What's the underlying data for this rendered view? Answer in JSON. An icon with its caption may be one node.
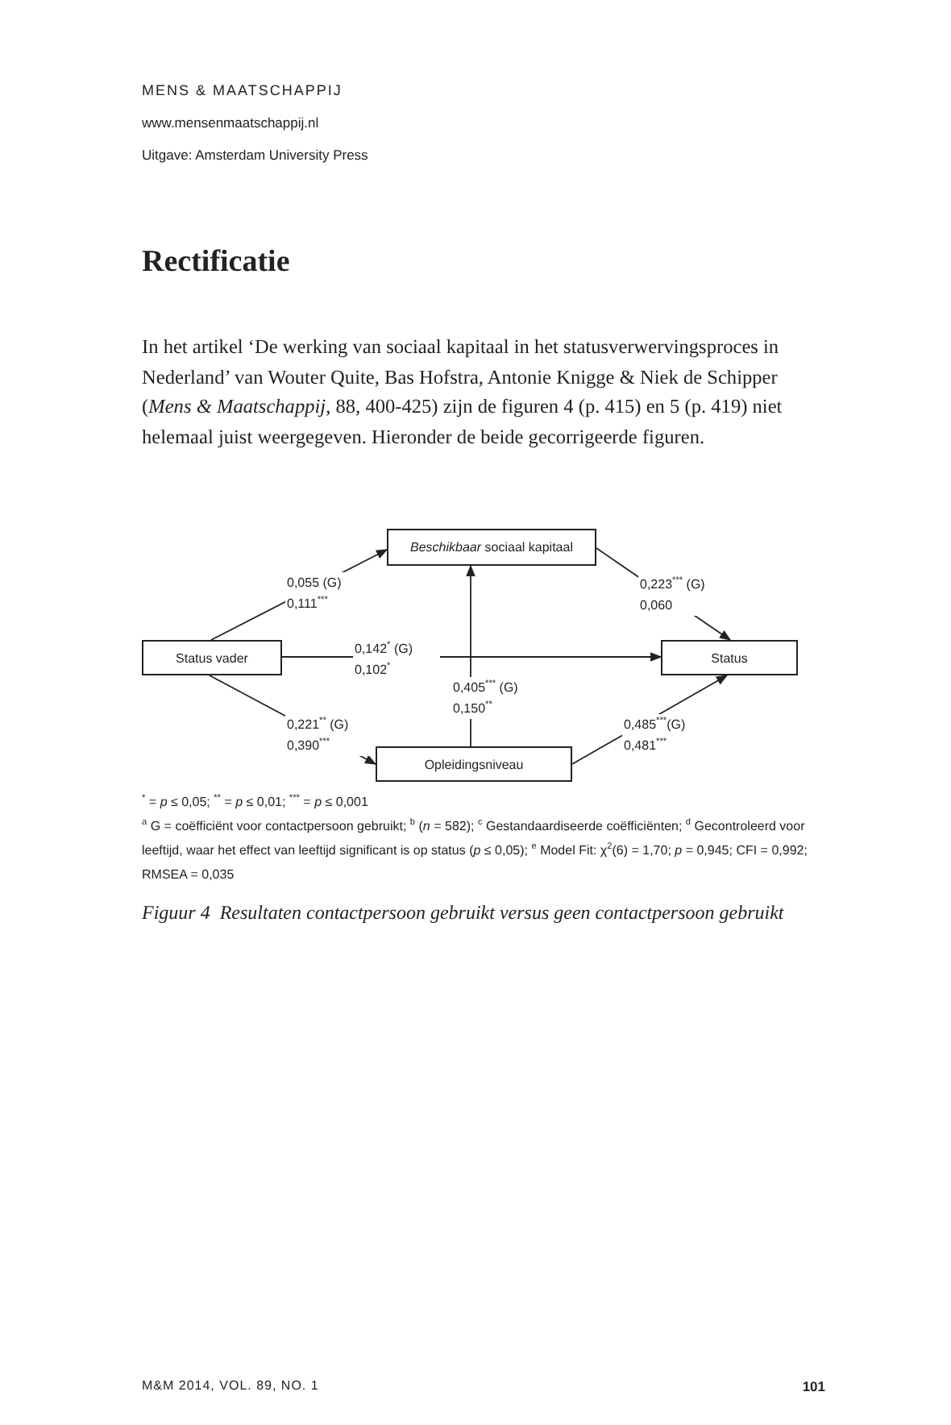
{
  "diagram": {
    "title": "Rectificatie",
    "caption": "Figuur 4  Resultaten contactpersoon gebruikt versus geen contactpersoon gebruikt",
    "nodes": [
      {
        "text": [
          "*Beschikbaar* sociaal kapitaal"
        ]
      },
      {
        "text": [
          "Status vader"
        ]
      },
      {
        "text": [
          "Status"
        ]
      },
      {
        "text": [
          "Opleidingsniveau"
        ]
      }
    ],
    "edges": [
      {
        "from": 1,
        "to": 0,
        "arrow": "to",
        "label": "0,055 (G) 0,111$^{***}$"
      },
      {
        "from": 1,
        "to": 2,
        "arrow": "to",
        "label": "0,142$^{*}$ (G) 0,102$^{*}$"
      },
      {
        "from": 1,
        "to": 3,
        "arrow": "to",
        "label": "0,221$^{**}$ (G) 0,390$^{***}$"
      },
      {
        "from": 3,
        "to": 0,
        "arrow": "to",
        "label": "0,405$^{***}$ (G) 0,150$^{**}$"
      },
      {
        "from": 0,
        "to": 2,
        "arrow": "to",
        "label": "0,223$^{***}$ (G) 0,060"
      },
      {
        "from": 3,
        "to": 2,
        "arrow": "to",
        "label": "0,485$^{***}$(G) 0,481$^{***}$"
      }
    ],
    "labels": [
      "MENS & MAATSCHAPPIJ",
      "www.mensenmaatschappij.nl",
      "Uitgave: Amsterdam University Press",
      "In het artikel ‘De werking van sociaal kapitaal in het statusverwervingsproces in Nederland’ van Wouter Quite, Bas Hofstra, Antonie Knigge & Niek de Schipper (*Mens & Maatschappij*, 88, 400-425) zijn de figuren 4 (p. 415) en 5 (p. 419) niet helemaal juist weergegeven. Hieronder de beide gecorrigeerde figuren.",
      "$^{*}$ = *p* ≤ 0,05; $^{**}$ = *p* ≤ 0,01; $^{***}$ = *p* ≤ 0,001",
      "$^{a}$ G = coëfficiënt voor contactpersoon gebruikt; $^{b}$ (*n* = 582); $^{c}$ Gestandaardiseerde coëfficiënten; $^{d}$ Gecontroleerd voor leeftijd, waar het effect van leeftijd significant is op status (*p* ≤ 0,05); $^{e}$ Model Fit: χ$^{2}$(6) = 1,70; *p* = 0,945; CFI = 0,992; RMSEA = 0,035",
      "M&M 2014, VOL. 89, NO. 1",
      "101"
    ]
  }
}
